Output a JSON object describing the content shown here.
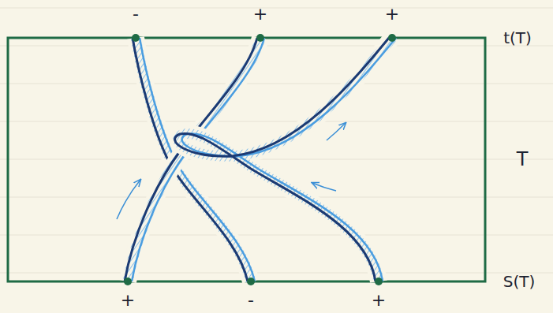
{
  "diagram": {
    "labels": [
      "-",
      "+",
      "+",
      "t(T)",
      "T",
      "+",
      "-",
      "+",
      "S(T)"
    ]
  }
}
